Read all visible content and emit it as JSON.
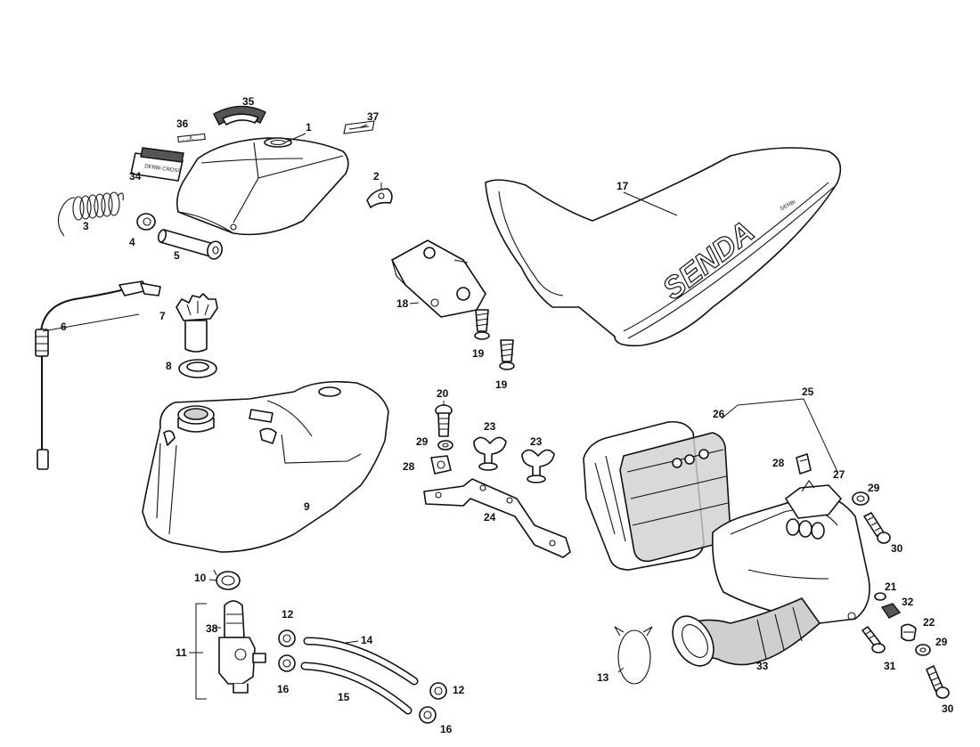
{
  "callouts": [
    {
      "id": "c35",
      "text": "35"
    },
    {
      "id": "c36",
      "text": "36"
    },
    {
      "id": "c37",
      "text": "37"
    },
    {
      "id": "c1",
      "text": "1"
    },
    {
      "id": "c34",
      "text": "34"
    },
    {
      "id": "c2",
      "text": "2"
    },
    {
      "id": "c3",
      "text": "3"
    },
    {
      "id": "c4",
      "text": "4"
    },
    {
      "id": "c5",
      "text": "5"
    },
    {
      "id": "c17",
      "text": "17"
    },
    {
      "id": "c6",
      "text": "6"
    },
    {
      "id": "c7",
      "text": "7"
    },
    {
      "id": "c8",
      "text": "8"
    },
    {
      "id": "c18",
      "text": "18"
    },
    {
      "id": "c19a",
      "text": "19"
    },
    {
      "id": "c19b",
      "text": "19"
    },
    {
      "id": "c20",
      "text": "20"
    },
    {
      "id": "c25",
      "text": "25"
    },
    {
      "id": "c26",
      "text": "26"
    },
    {
      "id": "c23a",
      "text": "23"
    },
    {
      "id": "c23b",
      "text": "23"
    },
    {
      "id": "c29a",
      "text": "29"
    },
    {
      "id": "c28a",
      "text": "28"
    },
    {
      "id": "c28b",
      "text": "28"
    },
    {
      "id": "c27",
      "text": "27"
    },
    {
      "id": "c29b",
      "text": "29"
    },
    {
      "id": "c9",
      "text": "9"
    },
    {
      "id": "c24",
      "text": "24"
    },
    {
      "id": "c30a",
      "text": "30"
    },
    {
      "id": "c10",
      "text": "10"
    },
    {
      "id": "c21",
      "text": "21"
    },
    {
      "id": "c32",
      "text": "32"
    },
    {
      "id": "c12a",
      "text": "12"
    },
    {
      "id": "c38",
      "text": "38"
    },
    {
      "id": "c14",
      "text": "14"
    },
    {
      "id": "c22",
      "text": "22"
    },
    {
      "id": "c11",
      "text": "11"
    },
    {
      "id": "c29c",
      "text": "29"
    },
    {
      "id": "c33",
      "text": "33"
    },
    {
      "id": "c31",
      "text": "31"
    },
    {
      "id": "c16a",
      "text": "16"
    },
    {
      "id": "c12b",
      "text": "12"
    },
    {
      "id": "c15",
      "text": "15"
    },
    {
      "id": "c13",
      "text": "13"
    },
    {
      "id": "c30b",
      "text": "30"
    },
    {
      "id": "c16b",
      "text": "16"
    }
  ],
  "seat_logo": "SENDA",
  "seat_brand": "DERBI"
}
